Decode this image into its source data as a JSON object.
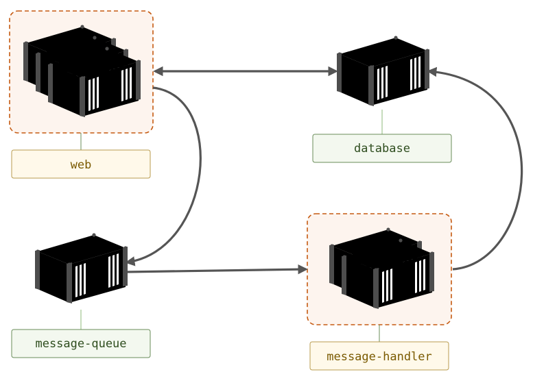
{
  "colors": {
    "orange": "#F5921E",
    "green": "#0E9E48",
    "edge_dark": "#4D4D4D",
    "group_border": "#C55A11",
    "group_fill": "#FDF4EE",
    "label_orange_fill": "#FFF9EA",
    "label_orange_border": "#B89B4E",
    "label_orange_text": "#7A5A00",
    "label_green_fill": "#F3F8EF",
    "label_green_border": "#6A8C5A",
    "label_green_text": "#2E4D1E",
    "arrow": "#555555"
  },
  "nodes": {
    "web": {
      "label": "web",
      "icon": "container-stack-icon",
      "color": "orange",
      "replicas": 3
    },
    "database": {
      "label": "database",
      "icon": "container-icon",
      "color": "green",
      "replicas": 1
    },
    "message_queue": {
      "label": "message-queue",
      "icon": "container-icon",
      "color": "green",
      "replicas": 1
    },
    "message_handler": {
      "label": "message-handler",
      "icon": "container-stack-icon",
      "color": "orange",
      "replicas": 2
    }
  },
  "edges": [
    {
      "from": "web",
      "to": "database",
      "direction": "both"
    },
    {
      "from": "web",
      "to": "message_queue",
      "direction": "forward"
    },
    {
      "from": "message_queue",
      "to": "message_handler",
      "direction": "forward"
    },
    {
      "from": "message_handler",
      "to": "database",
      "direction": "forward"
    }
  ]
}
